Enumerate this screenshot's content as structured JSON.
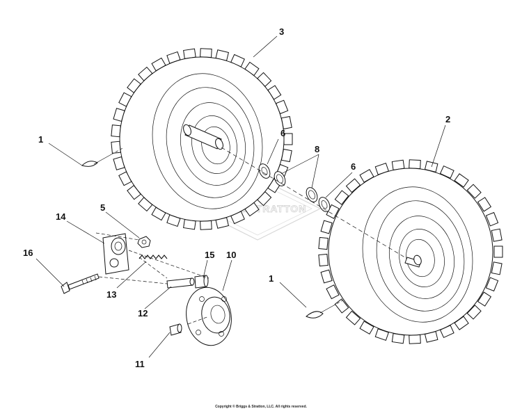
{
  "diagram": {
    "callouts": [
      {
        "id": "c1a",
        "label": "1"
      },
      {
        "id": "c1b",
        "label": "1"
      },
      {
        "id": "c2",
        "label": "2"
      },
      {
        "id": "c3",
        "label": "3"
      },
      {
        "id": "c5",
        "label": "5"
      },
      {
        "id": "c6a",
        "label": "6"
      },
      {
        "id": "c6b",
        "label": "6"
      },
      {
        "id": "c8",
        "label": "8"
      },
      {
        "id": "c10",
        "label": "10"
      },
      {
        "id": "c11",
        "label": "11"
      },
      {
        "id": "c12",
        "label": "12"
      },
      {
        "id": "c13",
        "label": "13"
      },
      {
        "id": "c14",
        "label": "14"
      },
      {
        "id": "c15",
        "label": "15"
      },
      {
        "id": "c16",
        "label": "16"
      }
    ],
    "watermark": "BRIGGS&STRATTON",
    "copyright": "Copyright © Briggs & Stratton, LLC. All rights reserved."
  }
}
